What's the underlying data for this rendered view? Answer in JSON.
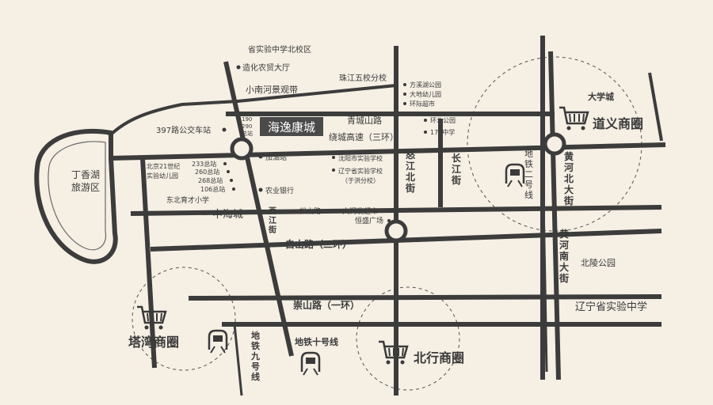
{
  "map": {
    "project_name": "海逸康城",
    "areas": {
      "lake_line1": "丁香湖",
      "lake_line2": "旅游区",
      "zhonghaicheng": "中海城"
    },
    "roads": {
      "qingchengshan": "青城山路",
      "raocheng": "绕城高速（三环）",
      "baishan": "白山路（二环）",
      "chongshan": "崇山路（一环）",
      "songshan": "松山路",
      "nujiang": "怒江北街",
      "changjiang": "长江街",
      "xijiang": "西江街",
      "huanghe_north": "黄河北大街",
      "huanghe_south": "黄河南大街",
      "metro2": "地铁二号线",
      "metro9": "地铁九号线",
      "metro10": "地铁十号线",
      "bus_top_1": "190",
      "bus_top_2": "290",
      "bus_top_3": "总站"
    },
    "pois": {
      "school_north": "省实验中学北校区",
      "zaohua_market": "造化农贸大厅",
      "xiaonanhe": "小南河景观带",
      "zhujiang_school": "珠江五校分校",
      "fangxihu": "方溪湖公园",
      "dadi_kinder": "大地幼儿园",
      "huanji_market": "环际超市",
      "huanbei_park": "环北公园",
      "school_170": "170中学",
      "bus397": "397路公交车站",
      "gas": "加油站",
      "sy_exp_school": "沈阳市实验学校",
      "ln_exp_school": "辽宁省实验学校",
      "ln_exp_school_sub": "（于洪分校）",
      "bus233": "233总站",
      "bus260": "260总站",
      "bus268": "268总站",
      "bus106": "106总站",
      "beijing21_line1": "北京21世纪",
      "beijing21_line2": "实验幼儿园",
      "dongbei_school": "东北育才小学",
      "agri_bank": "农业银行",
      "darunfa": "大润发超市",
      "hengsheng": "恒盛广场",
      "daxuecheng": "大学城",
      "beiling_park": "北陵公园",
      "ln_exp_middle": "辽宁省实验中学"
    },
    "shopping": {
      "daoyi": "道义商圈",
      "tawan": "塔湾商圈",
      "beixing": "北行商圈"
    },
    "colors": {
      "background": "#f5efe4",
      "road": "#3c3c3c",
      "label_bg": "#4a4a4a"
    },
    "icons": [
      "cart-icon",
      "metro-train-icon",
      "roundabout-icon",
      "poi-dot-icon"
    ]
  }
}
